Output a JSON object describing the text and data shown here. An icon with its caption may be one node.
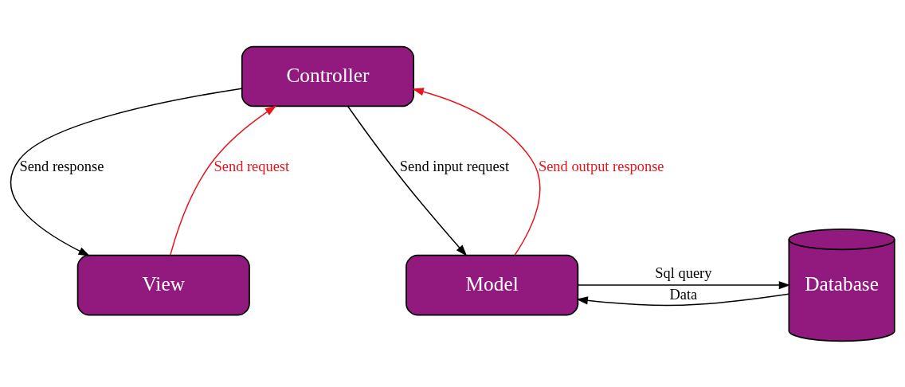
{
  "diagram": {
    "nodes": [
      {
        "text": [
          "Controller"
        ]
      },
      {
        "text": [
          "View"
        ]
      },
      {
        "text": [
          "Model"
        ]
      },
      {
        "text": [
          "Database"
        ]
      }
    ],
    "edges": [
      {
        "from": 0,
        "to": 1,
        "arrow": "to",
        "label": "Send response"
      },
      {
        "from": 1,
        "to": 0,
        "arrow": "to",
        "label": "Send request",
        "color": "#e8141c"
      },
      {
        "from": 0,
        "to": 2,
        "arrow": "to",
        "label": "Send input request"
      },
      {
        "from": 2,
        "to": 0,
        "arrow": "to",
        "label": "Send output response",
        "color": "#e8141c"
      },
      {
        "from": 2,
        "to": 3,
        "arrow": "to",
        "label": "Sql query"
      },
      {
        "from": 3,
        "to": 2,
        "arrow": "to",
        "label": "Data"
      }
    ]
  }
}
